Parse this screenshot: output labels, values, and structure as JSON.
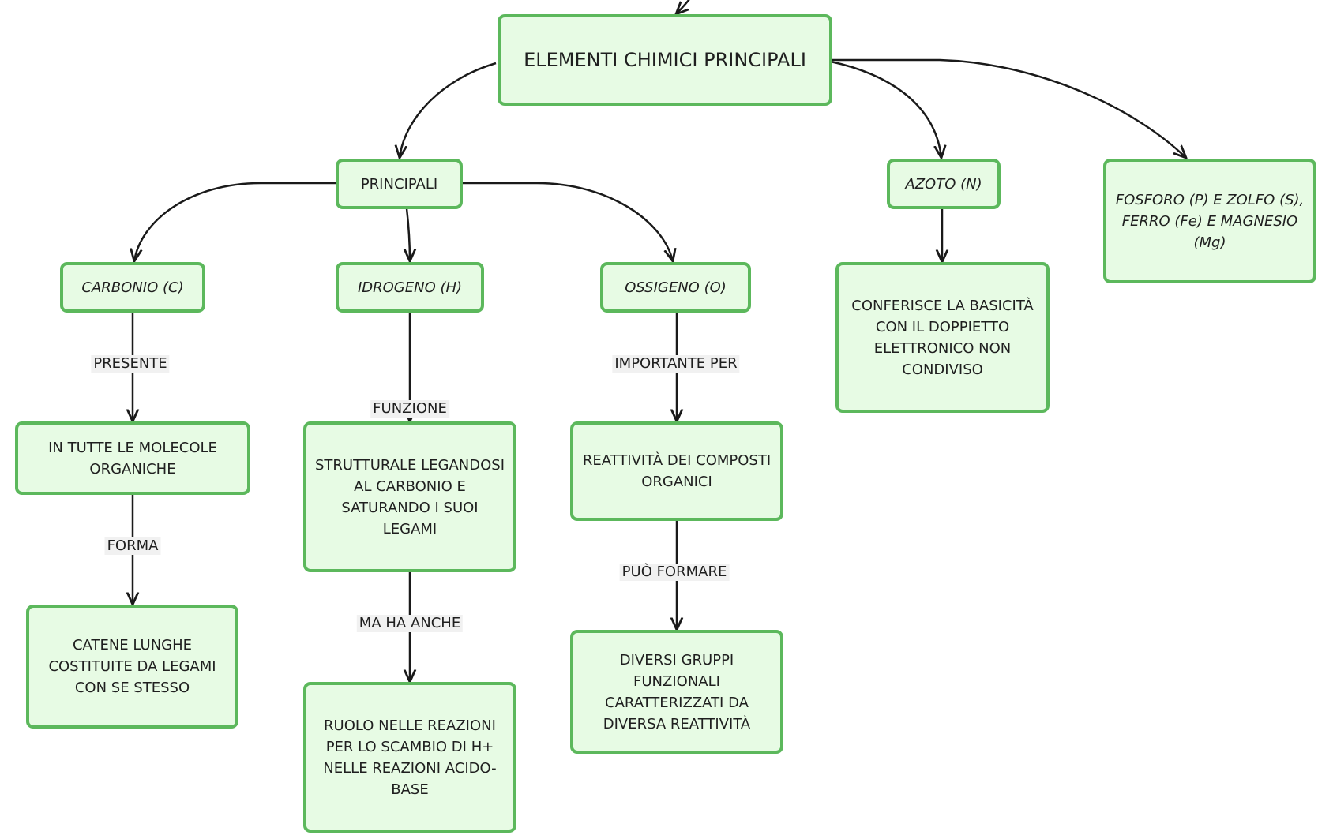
{
  "diagram": {
    "nodes": {
      "root": "ELEMENTI CHIMICI PRINCIPALI",
      "principali": "PRINCIPALI",
      "azoto": "AZOTO (N)",
      "fosforo": "FOSFORO (P) E ZOLFO (S), FERRO (Fe) E MAGNESIO (Mg)",
      "carbonio": "CARBONIO (C)",
      "idrogeno": "IDROGENO (H)",
      "ossigeno": "OSSIGENO (O)",
      "azoto_desc": "CONFERISCE LA BASICITÀ CON IL DOPPIETTO ELETTRONICO NON CONDIVISO",
      "carbonio_1": "IN TUTTE LE MOLECOLE ORGANICHE",
      "carbonio_2": "CATENE LUNGHE COSTITUITE DA LEGAMI CON SE STESSO",
      "idrogeno_1": "STRUTTURALE LEGANDOSI AL CARBONIO E SATURANDO I SUOI LEGAMI",
      "idrogeno_2": "RUOLO NELLE REAZIONI PER LO SCAMBIO DI H+ NELLE REAZIONI ACIDO-BASE",
      "ossigeno_1": "REATTIVITÀ DEI COMPOSTI ORGANICI",
      "ossigeno_2": "DIVERSI GRUPPI FUNZIONALI CARATTERIZZATI DA DIVERSA REATTIVITÀ"
    },
    "edge_labels": {
      "presente": "PRESENTE",
      "forma": "FORMA",
      "funzione": "FUNZIONE",
      "ma_ha_anche": "MA HA ANCHE",
      "importante_per": "IMPORTANTE PER",
      "puo_formare": "PUÒ FORMARE"
    }
  },
  "colors": {
    "node_fill": "#e7fbe4",
    "node_border": "#5cb85c",
    "edge": "#1a1a1a",
    "label_bg": "#f1f1f1"
  }
}
